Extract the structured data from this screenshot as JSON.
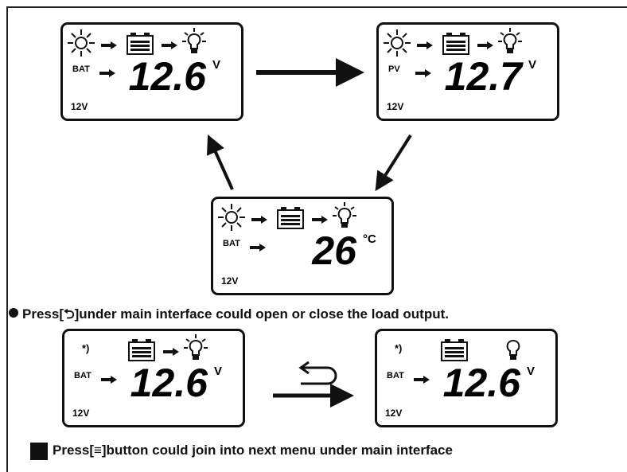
{
  "panels": [
    {
      "id": "bat-voltage",
      "source": "BAT",
      "value": "12.6",
      "unit": "V",
      "system": "12V",
      "sun": true,
      "arrow_to_load": true,
      "load_on": true
    },
    {
      "id": "pv-voltage",
      "source": "PV",
      "value": "12.7",
      "unit": "V",
      "system": "12V",
      "sun": true,
      "arrow_to_load": true,
      "load_on": true
    },
    {
      "id": "temperature",
      "source": "BAT",
      "value": "26",
      "unit": "°C",
      "system": "12V",
      "sun": true,
      "arrow_to_load": true,
      "load_on": true
    },
    {
      "id": "load-on",
      "source": "BAT",
      "value": "12.6",
      "unit": "V",
      "system": "12V",
      "sun": false,
      "arrow_to_load": true,
      "load_on": true
    },
    {
      "id": "load-off",
      "source": "BAT",
      "value": "12.6",
      "unit": "V",
      "system": "12V",
      "sun": false,
      "arrow_to_load": false,
      "load_on": false
    }
  ],
  "notes": {
    "load_toggle": "Press[⮌]under main interface could open or close the load output.",
    "next_menu": "Press[≡]button could join into next menu under main interface"
  },
  "colors": {
    "ink": "#111111",
    "background": "#ffffff"
  }
}
